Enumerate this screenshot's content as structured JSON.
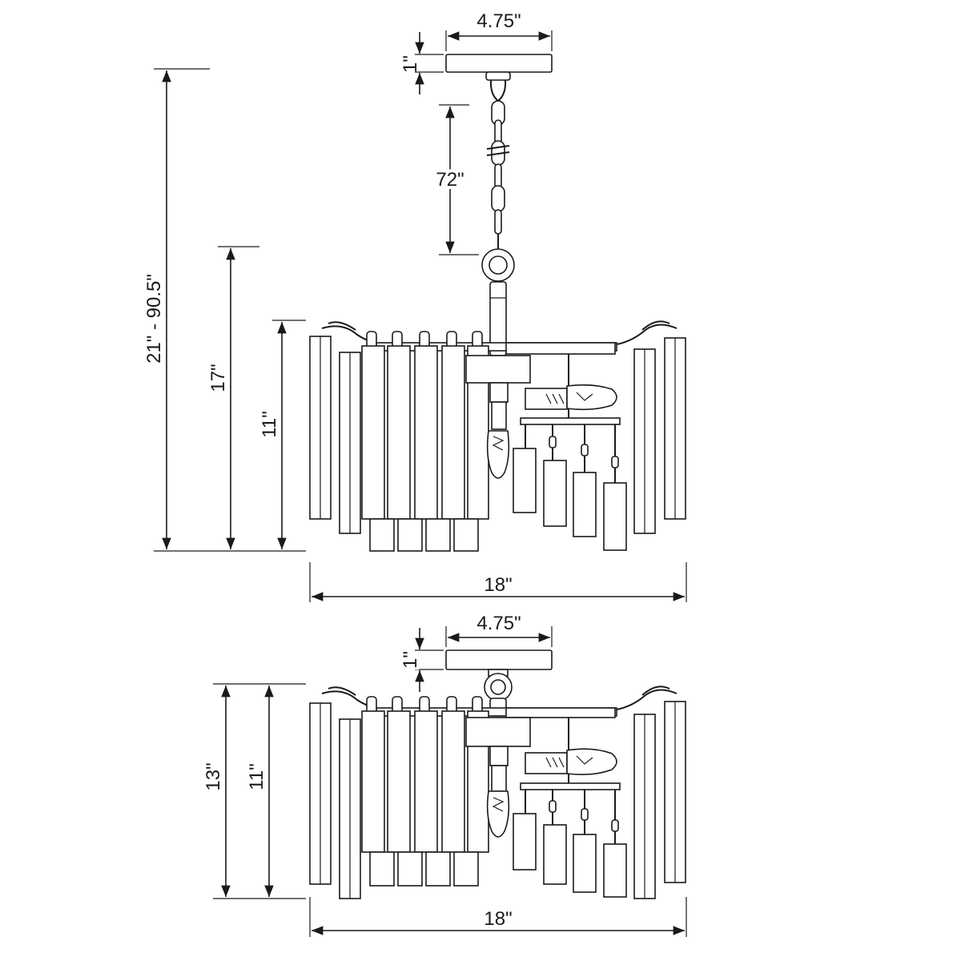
{
  "pendant": {
    "canopy_width": "4.75\"",
    "canopy_height": "1\"",
    "chain_length": "72\"",
    "overall_height": "21\" - 90.5\"",
    "height_with_stem": "17\"",
    "body_height": "11\"",
    "width": "18\""
  },
  "flush_mount": {
    "canopy_width": "4.75\"",
    "canopy_height": "1\"",
    "overall_height": "13\"",
    "body_height": "11\"",
    "width": "18\""
  }
}
